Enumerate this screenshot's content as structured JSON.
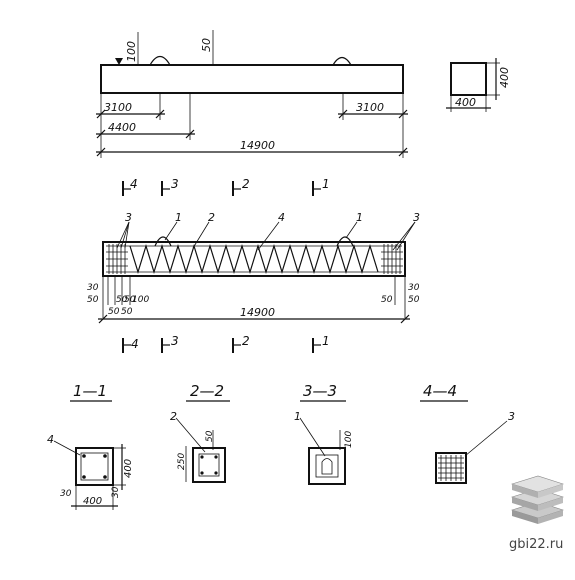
{
  "drawing": {
    "elevation": {
      "dim_top_100": "100",
      "dim_top_50": "50",
      "dim_left_3100": "3100",
      "dim_right_3100": "3100",
      "dim_4400": "4400",
      "dim_total": "14900"
    },
    "end_view": {
      "dim_height": "400",
      "dim_width": "400"
    },
    "cut_marks_top": [
      "4",
      "3",
      "2",
      "1"
    ],
    "cut_marks_bottom": [
      "4",
      "3",
      "2",
      "1"
    ],
    "reinforcement": {
      "callouts": [
        "3",
        "1",
        "2",
        "4",
        "1",
        "3"
      ],
      "dims_left_stack": [
        "30",
        "50"
      ],
      "dims_left_small": [
        "50",
        "50",
        "100"
      ],
      "dims_left_bottom": [
        "50",
        "50"
      ],
      "dims_right_stack": [
        "30",
        "50"
      ],
      "dim_right_50": "50",
      "dim_total": "14900"
    },
    "sections": [
      {
        "title": "1—1",
        "callout": "4",
        "dim_vertical": "400",
        "dim_horizontal": "400",
        "dim_left": "30",
        "dim_right": "30"
      },
      {
        "title": "2—2",
        "callout": "2",
        "dim_top": "50",
        "dim_side": "250"
      },
      {
        "title": "3—3",
        "callout": "1",
        "dim_top": "100"
      },
      {
        "title": "4—4",
        "callout": "3"
      }
    ]
  },
  "watermark": {
    "text": "gbi22.ru"
  }
}
